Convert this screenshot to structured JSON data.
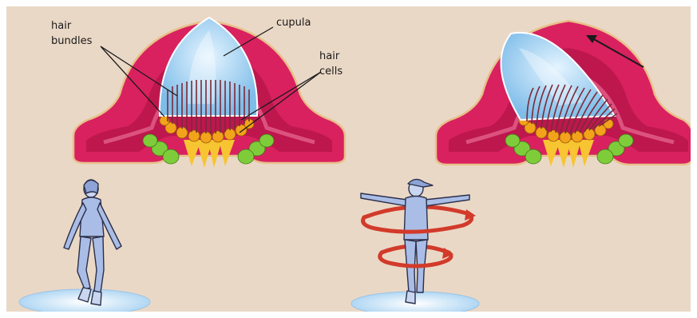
{
  "labels": {
    "hair_bundles_line1": "hair",
    "hair_bundles_line2": "bundles",
    "cupula": "cupula",
    "hair_cells_line1": "hair",
    "hair_cells_line2": "cells"
  },
  "colors": {
    "background": "#ead8c6",
    "border": "#ffffff",
    "ampulla_crest": "#d9215f",
    "ampulla_dark": "#a5103f",
    "ampulla_light": "#f07aa0",
    "ampulla_outline": "#e8c08a",
    "cupula": "#8fc8ee",
    "cupula_light": "#d8efff",
    "hair_bundle": "#7a2a3a",
    "hair_cell": "#f2a31b",
    "nerve_fibers": "#f7c531",
    "support_cells": "#7fcc3a",
    "figure_body": "#a9bde6",
    "figure_outline": "#2b2f4a",
    "platform": "#d6ebfb",
    "rotation_arrow": "#d23a2a",
    "motion_arrow": "#1a1a1a"
  },
  "icons": {
    "left_figure": "standing-person-icon",
    "right_figure": "spinning-person-icon",
    "rotation": "rotation-arrow-icon",
    "motion": "motion-arrow-icon"
  }
}
